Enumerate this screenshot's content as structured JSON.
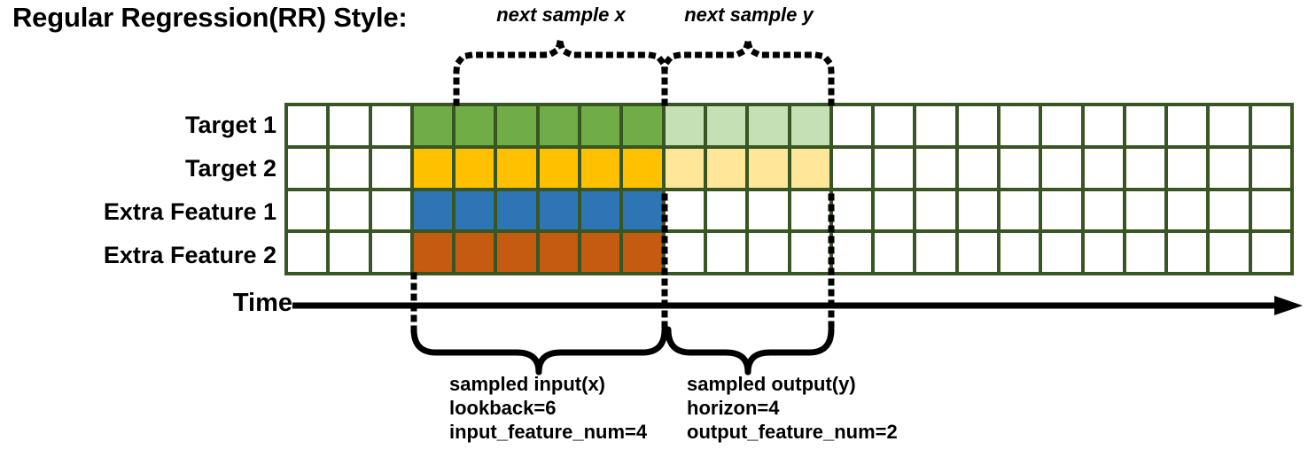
{
  "title": "Regular Regression(RR) Style:",
  "row_labels": [
    "Target 1",
    "Target 2",
    "Extra Feature 1",
    "Extra Feature 2"
  ],
  "time_axis": {
    "label": "Time",
    "arrow": "right-arrow-icon"
  },
  "grid": {
    "columns": 24,
    "rows": 4,
    "border_color": "#375623",
    "input_start_col": 4,
    "input_end_col": 9,
    "output_start_col": 10,
    "output_end_col": 13,
    "colors": {
      "target1_input": "#70AD47",
      "target1_output": "#C5E0B4",
      "target2_input": "#FFC000",
      "target2_output": "#FFE699",
      "extra1_input": "#2E75B6",
      "extra2_input": "#C55A11",
      "empty": "#FFFFFF"
    },
    "row_fills": [
      [
        "empty",
        "empty",
        "empty",
        "target1_input",
        "target1_input",
        "target1_input",
        "target1_input",
        "target1_input",
        "target1_input",
        "target1_output",
        "target1_output",
        "target1_output",
        "target1_output",
        "empty",
        "empty",
        "empty",
        "empty",
        "empty",
        "empty",
        "empty",
        "empty",
        "empty",
        "empty",
        "empty"
      ],
      [
        "empty",
        "empty",
        "empty",
        "target2_input",
        "target2_input",
        "target2_input",
        "target2_input",
        "target2_input",
        "target2_input",
        "target2_output",
        "target2_output",
        "target2_output",
        "target2_output",
        "empty",
        "empty",
        "empty",
        "empty",
        "empty",
        "empty",
        "empty",
        "empty",
        "empty",
        "empty",
        "empty"
      ],
      [
        "empty",
        "empty",
        "empty",
        "extra1_input",
        "extra1_input",
        "extra1_input",
        "extra1_input",
        "extra1_input",
        "extra1_input",
        "empty",
        "empty",
        "empty",
        "empty",
        "empty",
        "empty",
        "empty",
        "empty",
        "empty",
        "empty",
        "empty",
        "empty",
        "empty",
        "empty",
        "empty"
      ],
      [
        "empty",
        "empty",
        "empty",
        "extra2_input",
        "extra2_input",
        "extra2_input",
        "extra2_input",
        "extra2_input",
        "extra2_input",
        "empty",
        "empty",
        "empty",
        "empty",
        "empty",
        "empty",
        "empty",
        "empty",
        "empty",
        "empty",
        "empty",
        "empty",
        "empty",
        "empty",
        "empty"
      ]
    ]
  },
  "top_annotations": {
    "next_sample_x": "next sample x",
    "next_sample_y": "next sample y"
  },
  "bottom_annotations": {
    "input": {
      "name": "sampled input(x)",
      "lookback": "lookback=6",
      "feature_num": "input_feature_num=4"
    },
    "output": {
      "name": "sampled output(y)",
      "horizon": "horizon=4",
      "feature_num": "output_feature_num=2"
    }
  }
}
